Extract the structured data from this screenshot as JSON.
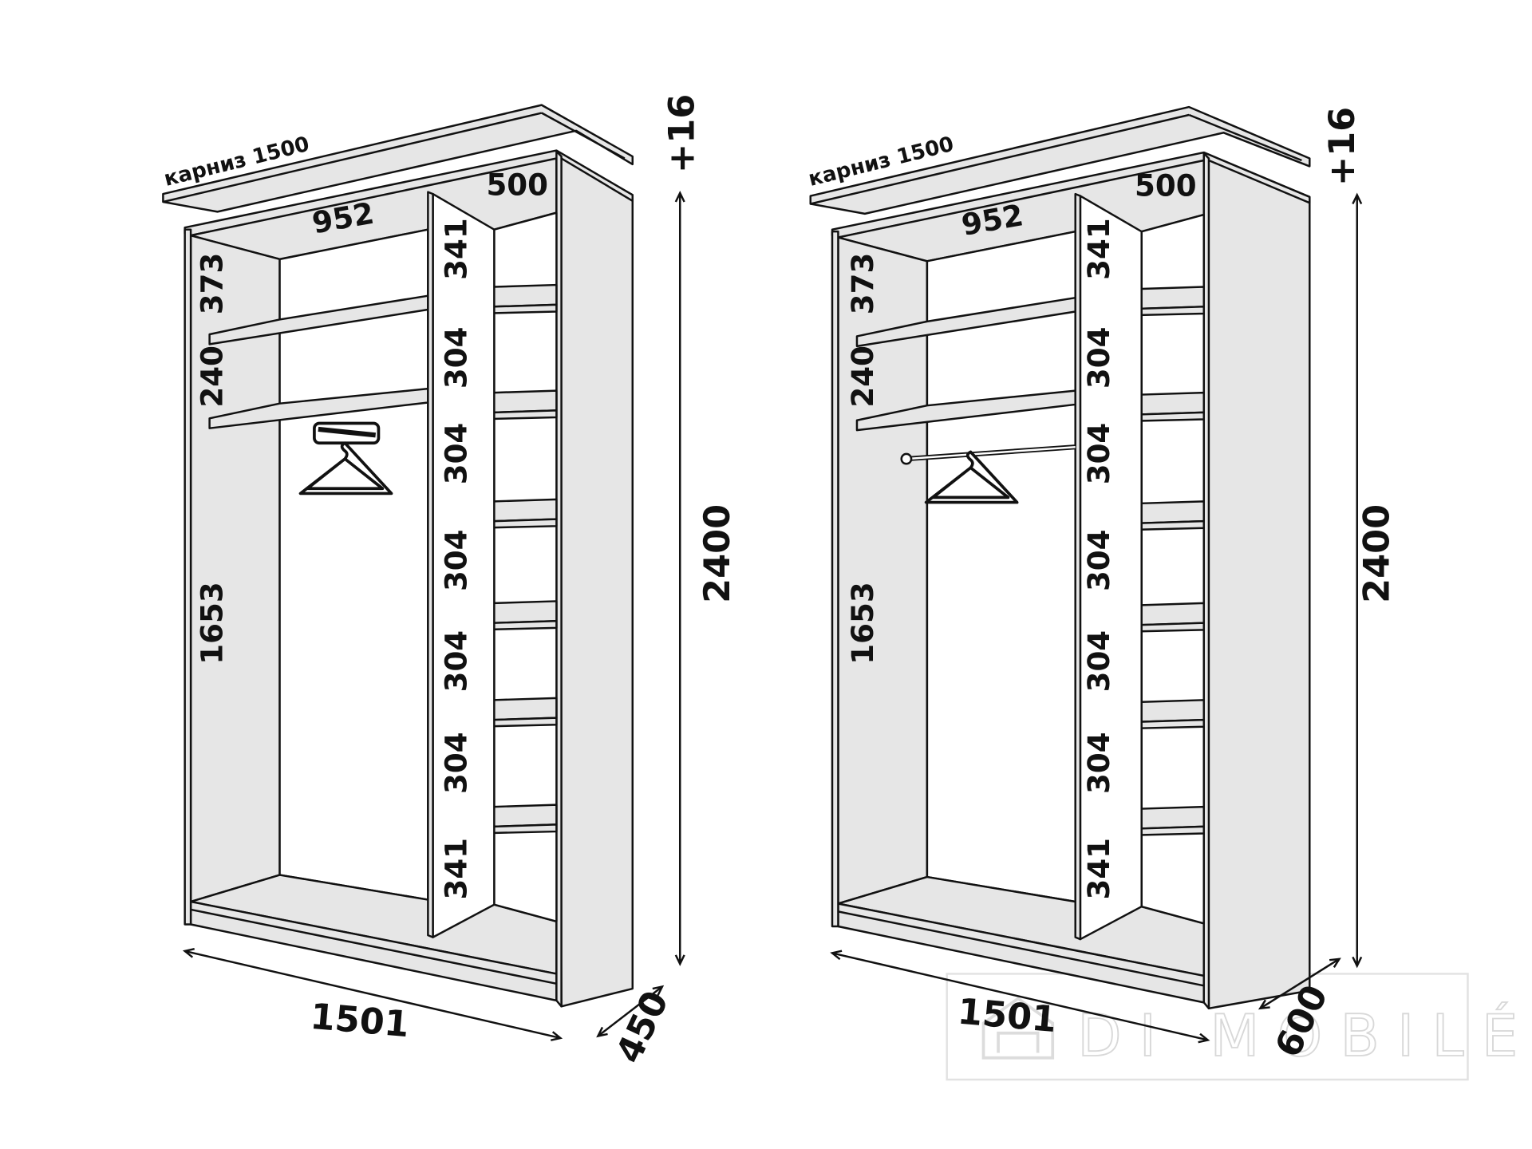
{
  "wardrobes": [
    {
      "cornice_label": "карниз 1500",
      "top_width": "952",
      "shelf_depth": "500",
      "left_heights": [
        "373",
        "240",
        "1653"
      ],
      "right_heights": [
        "341",
        "304",
        "304",
        "304",
        "304",
        "304",
        "341"
      ],
      "height": "2400",
      "height_extra": "+16",
      "width": "1501",
      "depth": "450",
      "hanger_type": "pull-out hanger bar"
    },
    {
      "cornice_label": "карниз 1500",
      "top_width": "952",
      "shelf_depth": "500",
      "left_heights": [
        "373",
        "240",
        "1653"
      ],
      "right_heights": [
        "341",
        "304",
        "304",
        "304",
        "304",
        "304",
        "341"
      ],
      "height": "2400",
      "height_extra": "+16",
      "width": "1501",
      "depth": "600",
      "hanger_type": "clothes rod"
    }
  ],
  "watermark": "DI MOBILÉ",
  "colors": {
    "line": "#111111",
    "panel": "#e6e6e6",
    "watermark": "#d8d8d8"
  }
}
